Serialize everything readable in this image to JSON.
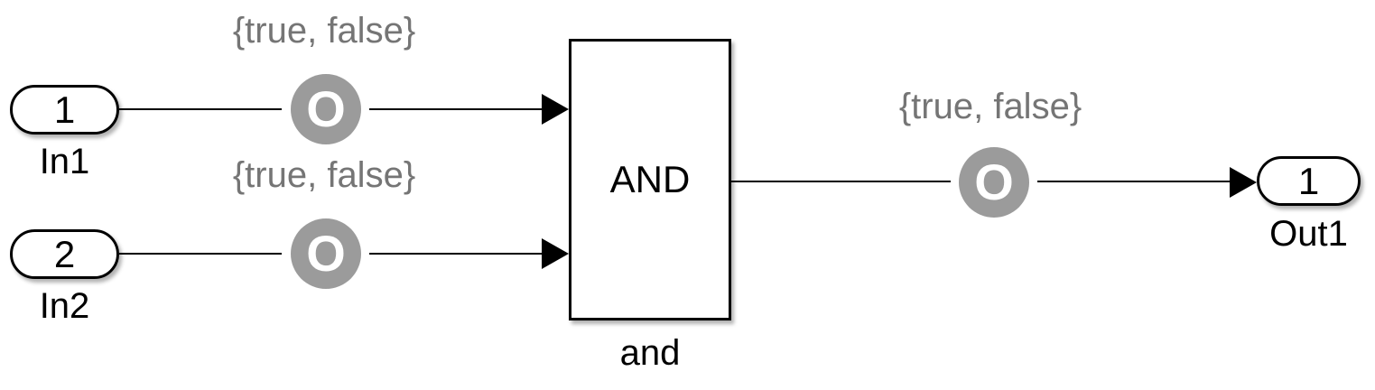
{
  "diagram": {
    "blocks": {
      "in1": {
        "port": "1",
        "label": "In1"
      },
      "in2": {
        "port": "2",
        "label": "In2"
      },
      "and_gate": {
        "operator": "AND",
        "label": "and"
      },
      "out1": {
        "port": "1",
        "label": "Out1"
      }
    },
    "annotations": {
      "in1_signal": "{true, false}",
      "in2_signal": "{true, false}",
      "out_signal": "{true, false}"
    },
    "badges": {
      "observer": "O"
    },
    "colors": {
      "badge_gray": "#9b9b9b",
      "annotation_gray": "#757575",
      "stroke": "#000000",
      "background": "#ffffff"
    }
  }
}
